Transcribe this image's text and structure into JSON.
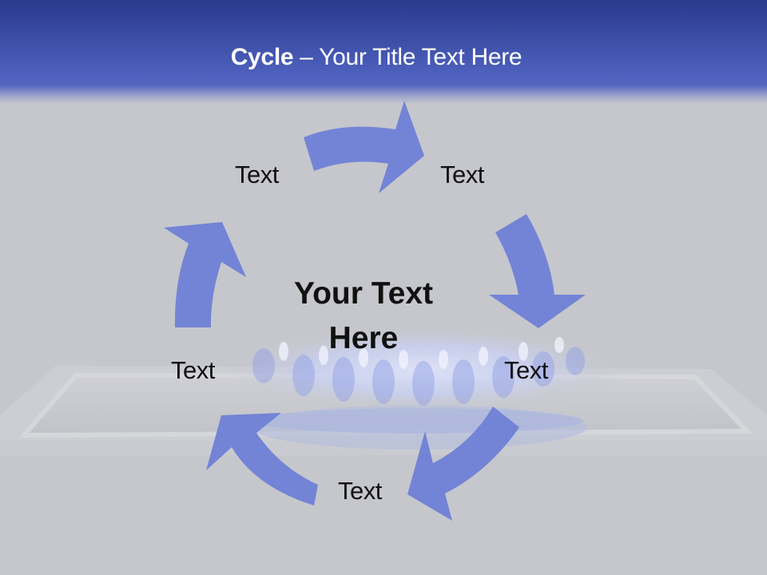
{
  "slide": {
    "title_bold": "Cycle",
    "title_rest": " – Your Title Text Here",
    "center_text": "Your Text Here",
    "center_line1": "Your Text",
    "center_line2": "Here",
    "cycle_labels": [
      {
        "id": "top-left",
        "text": "Text"
      },
      {
        "id": "top-right",
        "text": "Text"
      },
      {
        "id": "right",
        "text": "Text"
      },
      {
        "id": "bottom",
        "text": "Text"
      },
      {
        "id": "left",
        "text": "Text"
      }
    ],
    "arrow_count": 5,
    "background_image": "gas-stove-burner-flame"
  },
  "colors": {
    "header_top": "#2a3a8c",
    "header_bottom": "#5466c0",
    "background": "#c6c7cc",
    "arrow_fill": "#7384d6",
    "label_text": "#111111",
    "title_text": "#ffffff"
  }
}
